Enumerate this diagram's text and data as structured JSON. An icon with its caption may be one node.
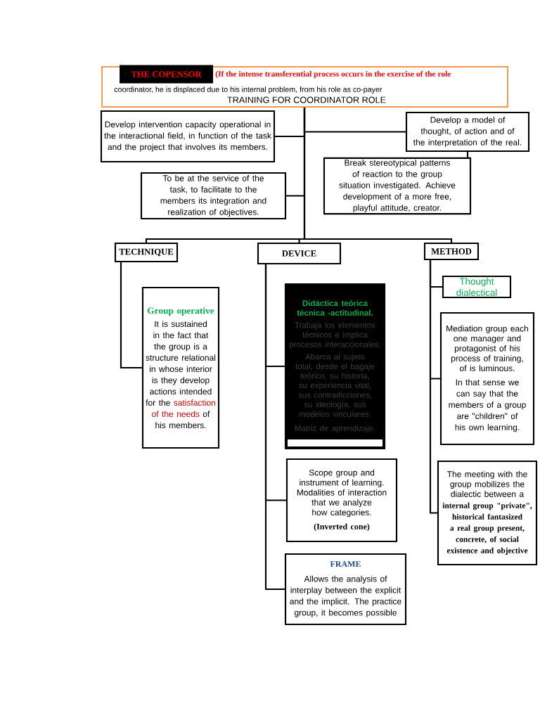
{
  "diagram": {
    "nodes": [
      {
        "text": [
          "(If the intense transferential process occurs in the exercise of the role",
          "coordinator, he is displaced due to his internal problem, from his role as co-payer",
          "TRAINING  FOR  COORDINATOR  ROLE"
        ]
      },
      {
        "text": [
          "THE COPENSOR"
        ],
        "in": 0
      },
      {
        "text": [
          "Develop intervention capacity operational in the interactional field, in function of the task and the project that involves its members."
        ]
      },
      {
        "text": [
          "Develop a model of thought, of action and of the interpretation of the real."
        ]
      },
      {
        "text": [
          "To be at the service of the task, to facilitate to the members its integration and realization of objectives."
        ]
      },
      {
        "text": [
          "Break stereotypical patterns of reaction to the group situation investigated. Achieve development of a more free, playful attitude, creator."
        ]
      },
      {
        "text": [
          "TECHNIQUE"
        ]
      },
      {
        "text": [
          "DEVICE"
        ]
      },
      {
        "text": [
          "METHOD"
        ]
      },
      {
        "text": [
          "Group operative",
          "It is sustained in the fact that the group is a structure relational in whose interior is they develop actions intended for the",
          "satisfaction of the needs",
          "of his members."
        ]
      },
      {
        "text": [
          "Didáctica teórica técnica -actitudinal.",
          "Trabaja los elementos técnicos e implica procesos interaccionales.",
          "Abarca al sujeto total, desde el bagaje teórico, su historia, su experiencia vital, sus contradicciones, su ideología, sus modelos vinculares.",
          "Matriz de aprendizaje."
        ]
      },
      {
        "text": [
          "Scope  group  and instrument of learning. Modalities of interaction that we analyze how categories.",
          "(Inverted cone)"
        ]
      },
      {
        "text": [
          "FRAME",
          "Allows the analysis of interplay between the explicit and the implicit. The practice group, it becomes possible"
        ]
      },
      {
        "text": [
          "Thought dialectical"
        ]
      },
      {
        "text": [
          "Mediation group each one manager and protagonist of his process of training, of is luminous.",
          "In that sense we can say that the members of a group are \"children\" of his own learning."
        ]
      },
      {
        "text": [
          "The meeting with the group mobilizes the dialectic between a",
          "internal group \"private\", historical fantasized a real group present, concrete, of social existence and objective"
        ]
      }
    ],
    "edges": [
      {
        "from": 0,
        "to": 2,
        "arrow": "none"
      },
      {
        "from": 0,
        "to": 3,
        "arrow": "none"
      },
      {
        "from": 0,
        "to": 4,
        "arrow": "none"
      },
      {
        "from": 3,
        "to": 5,
        "arrow": "none"
      },
      {
        "from": 0,
        "to": 6,
        "arrow": "none"
      },
      {
        "from": 0,
        "to": 7,
        "arrow": "none"
      },
      {
        "from": 0,
        "to": 8,
        "arrow": "none"
      },
      {
        "from": 6,
        "to": 9,
        "arrow": "none"
      },
      {
        "from": 7,
        "to": 10,
        "arrow": "none"
      },
      {
        "from": 7,
        "to": 11,
        "arrow": "none"
      },
      {
        "from": 7,
        "to": 12,
        "arrow": "none"
      },
      {
        "from": 8,
        "to": 13,
        "arrow": "none"
      },
      {
        "from": 8,
        "to": 14,
        "arrow": "none"
      },
      {
        "from": 8,
        "to": 15,
        "arrow": "none"
      }
    ]
  }
}
